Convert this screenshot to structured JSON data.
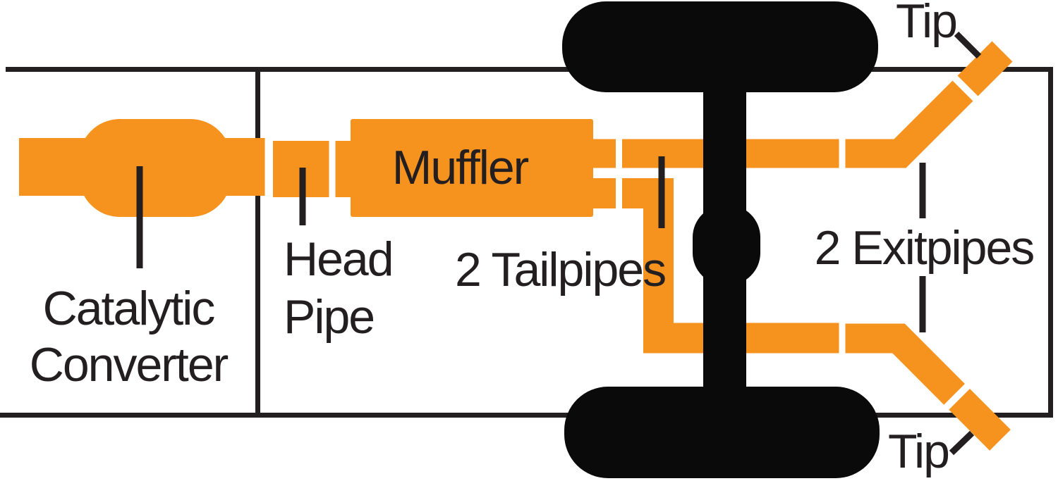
{
  "diagram": {
    "description": "Dual split rear exit exhaust system diagram (top view of truck rear section)",
    "labels": {
      "catalytic_converter": {
        "line1": "Catalytic",
        "line2": "Converter"
      },
      "head_pipe": {
        "line1": "Head",
        "line2": "Pipe"
      },
      "muffler": "Muffler",
      "tailpipes": "2 Tailpipes",
      "exitpipes": "2 Exitpipes",
      "tip_top": "Tip",
      "tip_bottom": "Tip"
    },
    "colors": {
      "pipe_orange": "#F6921E",
      "line_black": "#231F20",
      "vehicle_black": "#0A0A0A",
      "background": "#FFFFFF"
    }
  }
}
